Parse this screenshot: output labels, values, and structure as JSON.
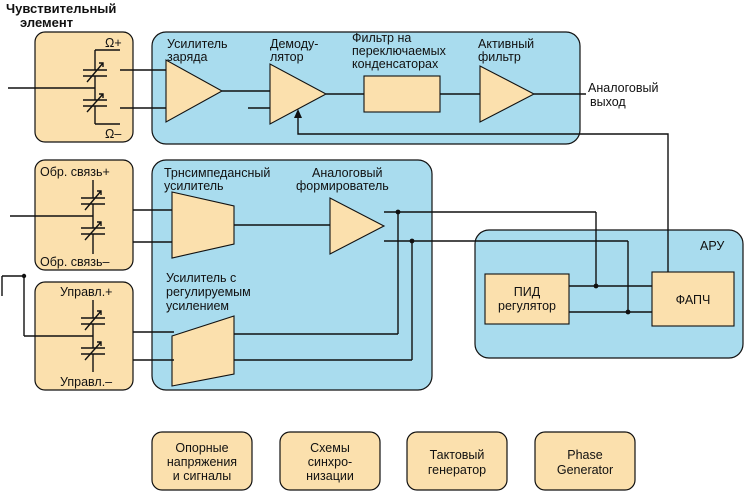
{
  "colors": {
    "blue_group": "#a9dcee",
    "tan_block": "#fbe0ad",
    "wire": "#111111",
    "background": "#ffffff"
  },
  "sensor": {
    "title_line1": "Чувствительный",
    "title_line2": "элемент",
    "omega_plus": "Ω+",
    "omega_minus": "Ω–"
  },
  "feedback": {
    "top_label": "Обр. связь+",
    "bottom_label": "Обр. связь–"
  },
  "control": {
    "top_label": "Управл.+",
    "bottom_label": "Управл.–"
  },
  "signal_chain": {
    "charge_amp_line1": "Усилитель",
    "charge_amp_line2": "заряда",
    "demod_line1": "Демоду-",
    "demod_line2": "лятор",
    "filter_line1": "Фильтр на",
    "filter_line2": "переключаемых",
    "filter_line3": "конденсаторах",
    "active_filter_line1": "Активный",
    "active_filter_line2": "фильтр",
    "output_line1": "Аналоговый",
    "output_line2": "выход"
  },
  "drive_chain": {
    "tia_line1": "Трнсимпедансный",
    "tia_line2": "усилитель",
    "shaper_line1": "Аналоговый",
    "shaper_line2": "формирователь",
    "vga_line1": "Усилитель с",
    "vga_line2": "регулируемым",
    "vga_line3": "усилением"
  },
  "agc": {
    "title": "АРУ",
    "pid_line1": "ПИД",
    "pid_line2": "регулятор",
    "pll": "ФАПЧ"
  },
  "support_blocks": [
    {
      "line1": "Опорные",
      "line2": "напряжения",
      "line3": "и сигналы"
    },
    {
      "line1": "Схемы",
      "line2": "синхро-",
      "line3": "низации"
    },
    {
      "line1": "Тактовый",
      "line2": "генератор",
      "line3": ""
    },
    {
      "line1": "Phase",
      "line2": "Generator",
      "line3": ""
    }
  ]
}
